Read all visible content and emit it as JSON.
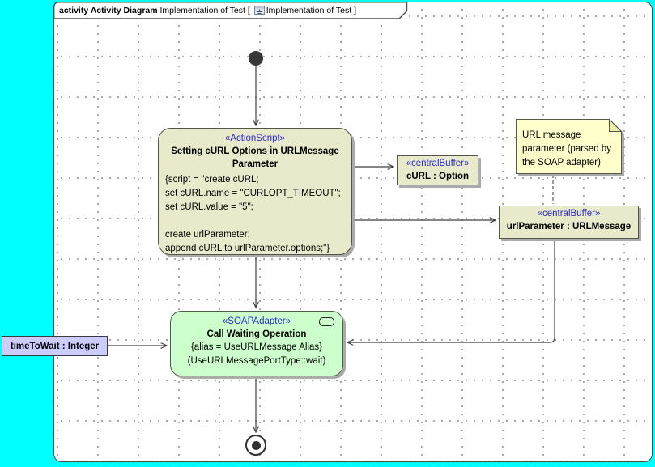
{
  "colors": {
    "background": "#00FFFF",
    "node_fill": "#E9EACB",
    "soap_fill": "#CCFFCC",
    "object_fill": "#CCCCFF",
    "note_fill": "#FFFFCC",
    "stereotype_text": "#2A2AC8",
    "edge": "#3F3F3F",
    "frame_border": "#4B4B4B"
  },
  "frame": {
    "title_bold": "activity Activity Diagram",
    "title_mid": " Implementation of Test [ ",
    "title_ref": "Implementation of Test ]"
  },
  "nodes": {
    "action_script": {
      "stereotype": "«ActionScript»",
      "name": "Setting cURL Options in URLMessage Parameter",
      "script": "{script = \"create cURL;\nset cURL.name = \"CURLOPT_TIMEOUT\";\nset cURL.value = \"5\";\n\ncreate urlParameter;\nappend cURL to urlParameter.options;\"}"
    },
    "curl_buffer": {
      "stereotype": "«centralBuffer»",
      "name": "cURL : Option"
    },
    "url_buffer": {
      "stereotype": "«centralBuffer»",
      "name": "urlParameter : URLMessage"
    },
    "soap_action": {
      "stereotype": "«SOAPAdapter»",
      "name": "Call Waiting Operation",
      "line1": "{alias = UseURLMessage Alias}",
      "line2": "(UseURLMessagePortType::wait)"
    },
    "time_to_wait": {
      "name": "timeToWait : Integer"
    },
    "note": {
      "text": "URL message\nparameter (parsed by\nthe SOAP adapter)"
    }
  }
}
